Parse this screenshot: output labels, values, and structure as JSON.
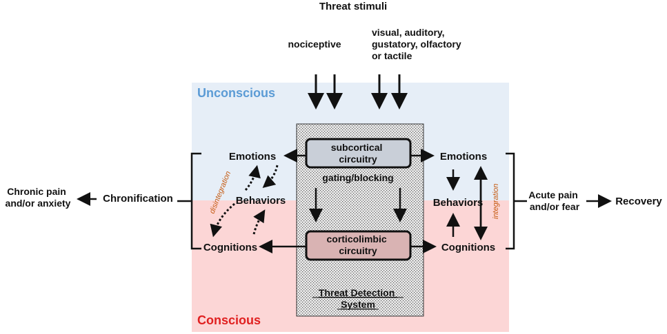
{
  "title": "Threat stimuli",
  "stimuli": {
    "nociceptive": "nociceptive",
    "sensory_lines": [
      "visual, auditory,",
      "gustatory, olfactory",
      "or tactile"
    ]
  },
  "zones": {
    "unconscious": "Unconscious",
    "conscious": "Conscious",
    "unconscious_color": "#5b9bd5",
    "conscious_color": "#e02020"
  },
  "system": {
    "subcortical_lines": [
      "subcortical",
      "circuitry"
    ],
    "gating": "gating/blocking",
    "corticolimbic_lines": [
      "corticolimbic",
      "circuitry"
    ],
    "label_lines": [
      "Threat Detection",
      "System"
    ]
  },
  "left": {
    "emotions": "Emotions",
    "behaviors": "Behaviors",
    "cognitions": "Cognitions",
    "disintegration": "disintegration",
    "chronification": "Chronification",
    "outcome_lines": [
      "Chronic pain",
      "and/or anxiety"
    ]
  },
  "right": {
    "emotions": "Emotions",
    "behaviors": "Behaviors",
    "cognitions": "Cognitions",
    "integration": "integration",
    "outcome_lines": [
      "Acute pain",
      "and/or fear"
    ],
    "recovery": "Recovery"
  },
  "colors": {
    "accent_orange": "#c55a11",
    "subcortical_fill": "#c9cfd8",
    "corticolimbic_fill": "#d9b3b3"
  }
}
